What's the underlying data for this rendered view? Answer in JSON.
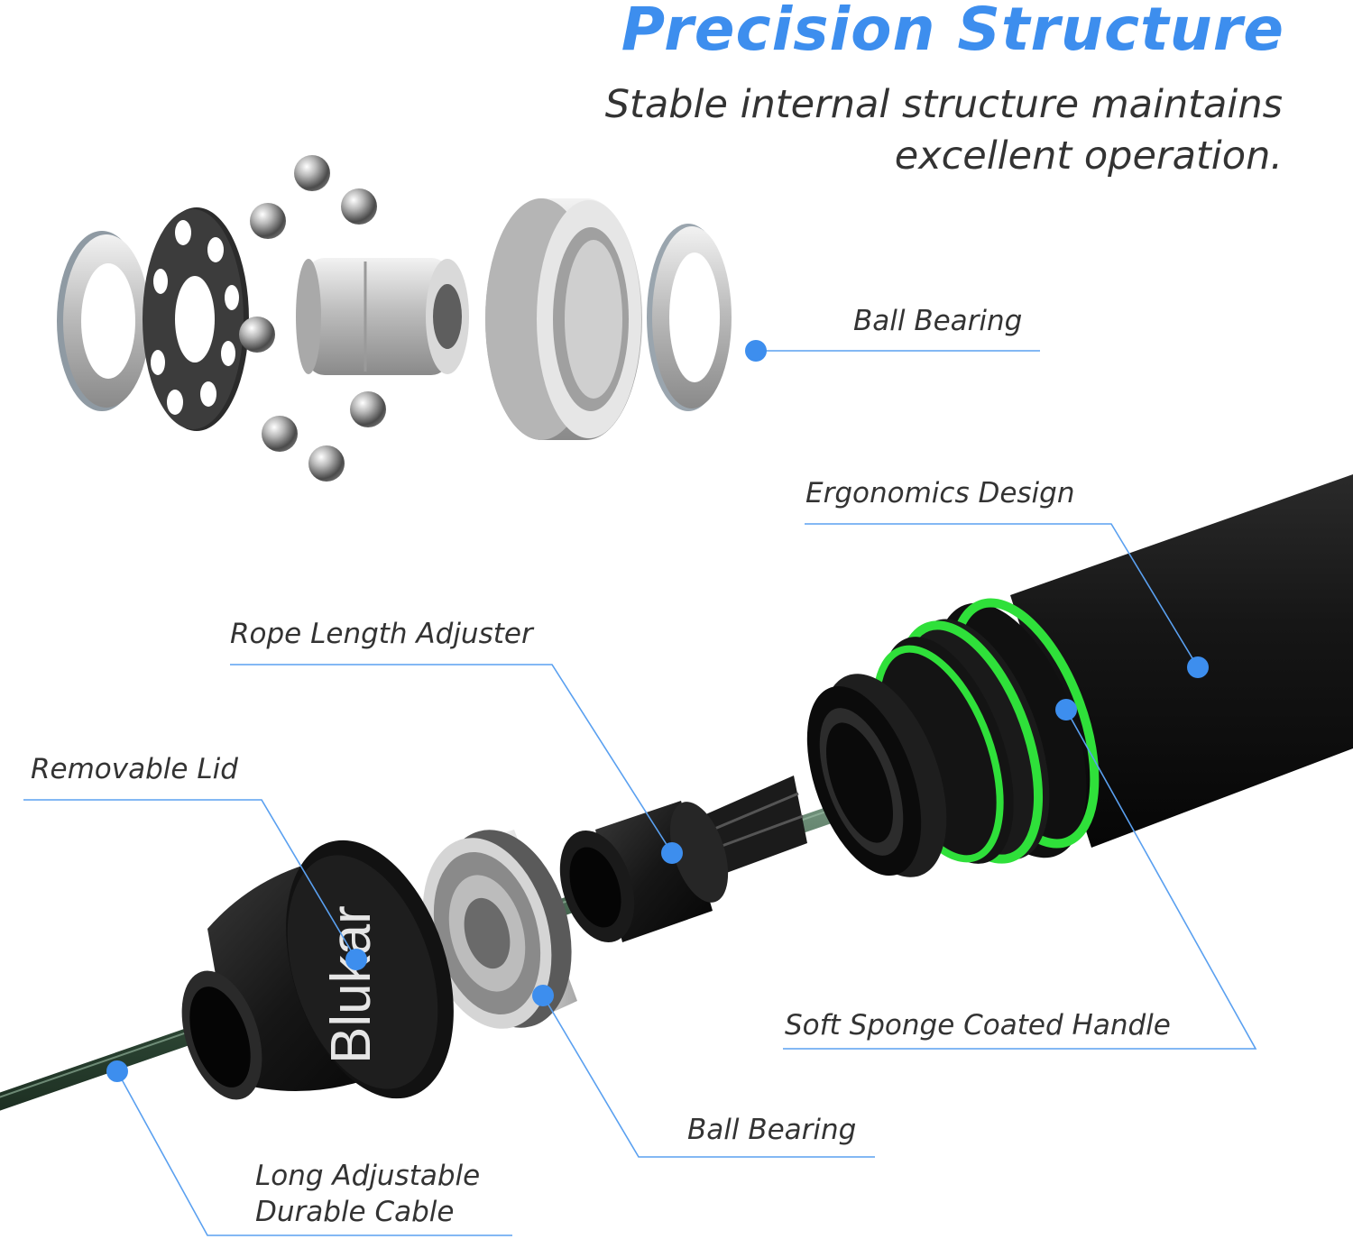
{
  "header": {
    "title": "Precision Structure",
    "subtitle_line1": "Stable internal structure maintains",
    "subtitle_line2": "excellent operation."
  },
  "product": {
    "brand_text": "Blukar"
  },
  "callouts": {
    "ball_bearing_top": "Ball Bearing",
    "ergonomics_design": "Ergonomics Design",
    "rope_length_adjuster": "Rope Length Adjuster",
    "removable_lid": "Removable Lid",
    "soft_sponge_handle": "Soft Sponge Coated Handle",
    "ball_bearing_bottom": "Ball Bearing",
    "cable_line1": "Long Adjustable",
    "cable_line2": "Durable Cable"
  },
  "colors": {
    "title_blue": "#3d8eee",
    "callout_dot": "#3d8eee",
    "callout_line": "#5aa0f0",
    "accent_green": "#2fe03a",
    "text": "#333333",
    "handle_black": "#151515",
    "metal": "#c8c8c8"
  }
}
